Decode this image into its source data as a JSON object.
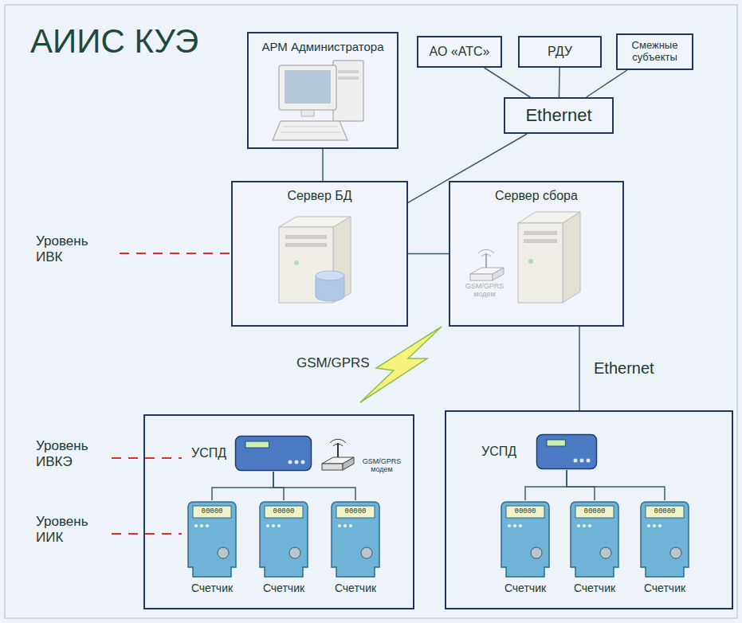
{
  "diagram": {
    "title": "АИИС КУЭ",
    "nodes": [
      {
        "text": [
          "АРМ Администратора"
        ]
      },
      {
        "text": [
          "АО «АТС»"
        ]
      },
      {
        "text": [
          "РДУ"
        ]
      },
      {
        "text": [
          "Смежные субъекты"
        ]
      },
      {
        "text": [
          "Ethernet"
        ]
      },
      {
        "text": [
          "Сервер БД"
        ]
      },
      {
        "text": [
          "Сервер сбора"
        ]
      },
      {
        "text": []
      },
      {
        "text": [
          "УСПД"
        ],
        "in": 7
      },
      {
        "text": [
          "00000",
          "Счетчик"
        ],
        "in": 7
      },
      {
        "text": [
          "00000",
          "Счетчик"
        ],
        "in": 7
      },
      {
        "text": [
          "00000",
          "Счетчик"
        ],
        "in": 7
      },
      {
        "text": []
      },
      {
        "text": [
          "УСПД"
        ],
        "in": 12
      },
      {
        "text": [
          "00000",
          "Счетчик"
        ],
        "in": 12
      },
      {
        "text": [
          "00000",
          "Счетчик"
        ],
        "in": 12
      },
      {
        "text": [
          "00000",
          "Счетчик"
        ],
        "in": 12
      }
    ],
    "edges": [
      {
        "from": 0,
        "to": 5,
        "arrow": "none"
      },
      {
        "from": 1,
        "to": 4,
        "arrow": "none"
      },
      {
        "from": 2,
        "to": 4,
        "arrow": "none"
      },
      {
        "from": 3,
        "to": 4,
        "arrow": "none"
      },
      {
        "from": 4,
        "to": 5,
        "arrow": "none"
      },
      {
        "from": 5,
        "to": 6,
        "arrow": "none"
      },
      {
        "from": 6,
        "to": 12,
        "label": "Ethernet",
        "arrow": "none"
      },
      {
        "from": 8,
        "to": 9,
        "arrow": "none"
      },
      {
        "from": 8,
        "to": 10,
        "arrow": "none"
      },
      {
        "from": 8,
        "to": 11,
        "arrow": "none"
      },
      {
        "from": 13,
        "to": 14,
        "arrow": "none"
      },
      {
        "from": 13,
        "to": 15,
        "arrow": "none"
      },
      {
        "from": 13,
        "to": 16,
        "arrow": "none"
      }
    ],
    "labels": [
      "Уровень ИВК",
      "GSM/GPRS модем",
      "GSM/GPRS",
      "Уровень ИВКЭ",
      "GSM/GPRS модем",
      "Уровень ИИК"
    ]
  }
}
